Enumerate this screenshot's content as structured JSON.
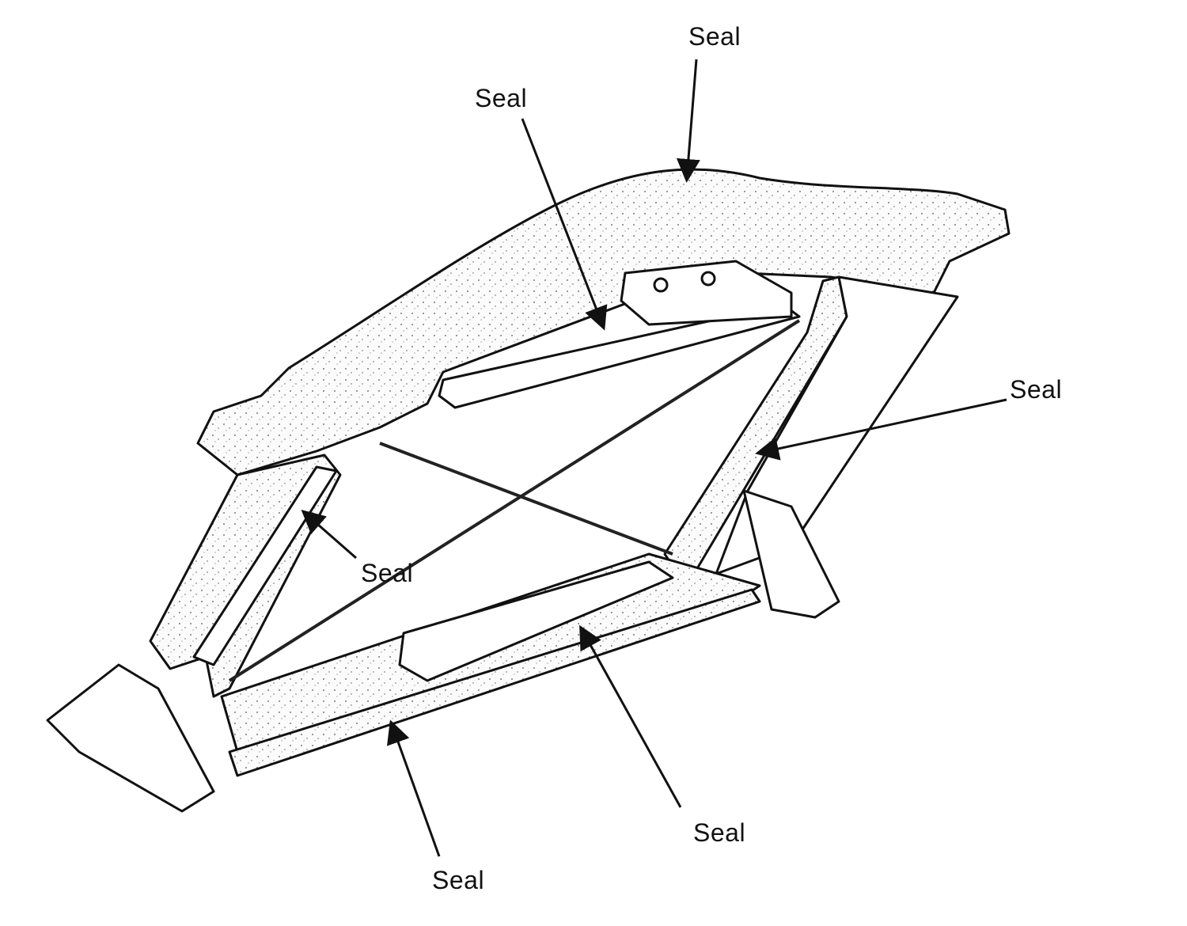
{
  "diagram": {
    "labels": [
      "Seal",
      "Seal",
      "Seal",
      "Seal",
      "Seal",
      "Seal"
    ]
  }
}
